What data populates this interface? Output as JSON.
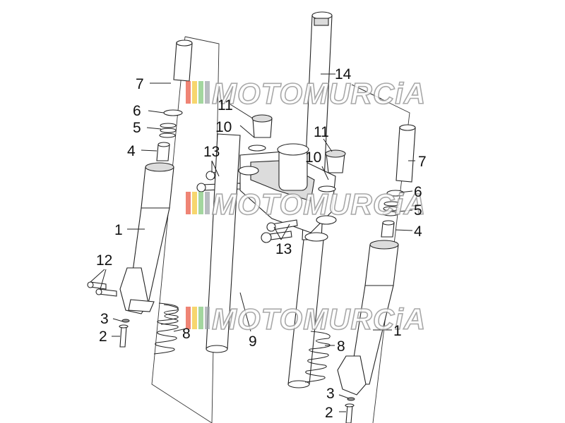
{
  "watermark": {
    "text": "MOTOMURCiA",
    "colors": [
      "#e8503a",
      "#f4c430",
      "#7cc576",
      "#9aa0a6"
    ]
  },
  "callouts": {
    "c1a": "1",
    "c1b": "1",
    "c2a": "2",
    "c2b": "2",
    "c3a": "3",
    "c3b": "3",
    "c4a": "4",
    "c4b": "4",
    "c5a": "5",
    "c5b": "5",
    "c6a": "6",
    "c6b": "6",
    "c7a": "7",
    "c7b": "7",
    "c8a": "8",
    "c8b": "8",
    "c9": "9",
    "c10a": "10",
    "c10b": "10",
    "c11a": "11",
    "c11b": "11",
    "c12": "12",
    "c13a": "13",
    "c13b": "13",
    "c14": "14"
  }
}
